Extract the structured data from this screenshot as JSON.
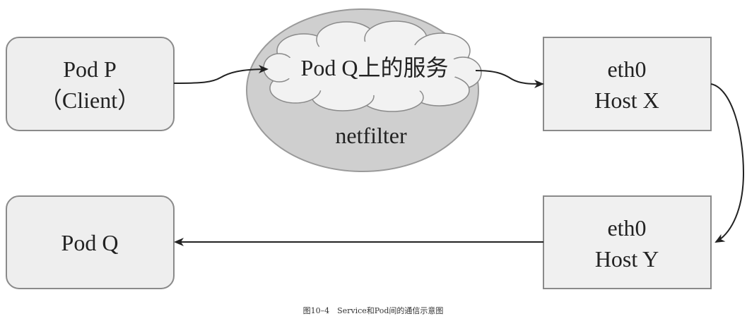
{
  "nodes": {
    "pod_p": {
      "line1": "Pod P",
      "line2": "（Client）"
    },
    "service_cloud": {
      "label": "Pod Q上的服务"
    },
    "netfilter": {
      "label": "netfilter"
    },
    "host_x": {
      "line1": "eth0",
      "line2": "Host X"
    },
    "host_y": {
      "line1": "eth0",
      "line2": "Host Y"
    },
    "pod_q": {
      "label": "Pod Q"
    }
  },
  "caption": "图10–4　Service和Pod间的通信示意图",
  "colors": {
    "box_fill": "#eeeeee",
    "box_stroke": "#8a8a8a",
    "host_fill": "#f0f0f0",
    "ellipse_fill": "#cfcfcf",
    "ellipse_stroke": "#9a9a9a",
    "cloud_fill": "#f2f2f2",
    "arrow": "#222222"
  }
}
